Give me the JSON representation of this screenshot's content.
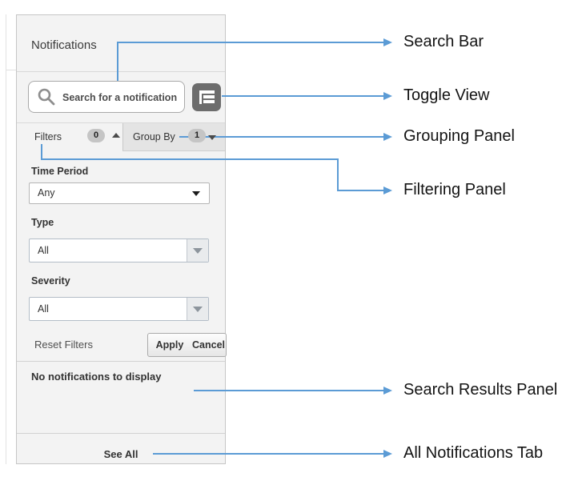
{
  "panel": {
    "title": "Notifications",
    "search_placeholder": "Search for a notification",
    "tabs": {
      "filters_label": "Filters",
      "filters_badge": "0",
      "group_by_label": "Group By",
      "group_by_badge": "1"
    },
    "filter_form": {
      "time_period_label": "Time Period",
      "time_period_value": "Any",
      "type_label": "Type",
      "type_value": "All",
      "severity_label": "Severity",
      "severity_value": "All",
      "reset_label": "Reset Filters",
      "apply_label": "Apply",
      "cancel_label": "Cancel"
    },
    "results_empty_message": "No notifications to display",
    "see_all_label": "See All"
  },
  "annotations": {
    "search_bar": "Search Bar",
    "toggle_view": "Toggle View",
    "grouping_panel": "Grouping Panel",
    "filtering_panel": "Filtering Panel",
    "search_results_panel": "Search Results Panel",
    "all_notifications_tab": "All Notifications Tab"
  },
  "icons": {
    "search": "magnifier-icon",
    "toggle_view": "list-tree-view-icon",
    "filters_expanded": "caret-up-icon",
    "group_by_collapsed": "caret-down-icon",
    "select_dropdown": "caret-down-icon",
    "callout": "right-arrow"
  },
  "colors": {
    "callout_blue": "#5b9bd5",
    "panel_bg": "#f3f3f3",
    "inactive_tab_bg": "#e4e4e4",
    "toggle_button_bg": "#6d6d6d",
    "badge_bg": "#c5c5c5",
    "label_text": "#141414"
  }
}
